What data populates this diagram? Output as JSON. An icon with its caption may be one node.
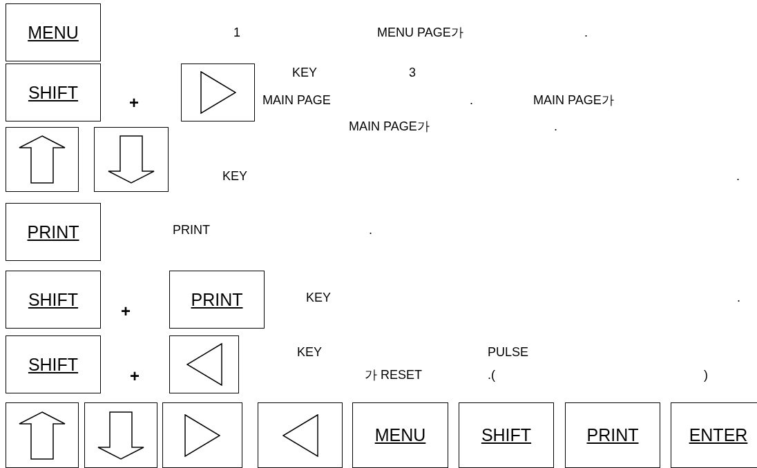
{
  "diagram": {
    "nodes": [
      {
        "text": [
          "MENU"
        ]
      },
      {
        "text": [
          "SHIFT"
        ]
      },
      {
        "text": [],
        "shape": "box"
      },
      {
        "text": [],
        "shape": "box"
      },
      {
        "text": [],
        "shape": "box"
      },
      {
        "text": [
          "PRINT"
        ]
      },
      {
        "text": [
          "SHIFT"
        ]
      },
      {
        "text": [
          "PRINT"
        ]
      },
      {
        "text": [
          "SHIFT"
        ]
      },
      {
        "text": [],
        "shape": "box"
      },
      {
        "text": [],
        "shape": "box"
      },
      {
        "text": [],
        "shape": "box"
      },
      {
        "text": [],
        "shape": "box"
      },
      {
        "text": [],
        "shape": "box"
      },
      {
        "text": [
          "MENU"
        ]
      },
      {
        "text": [
          "SHIFT"
        ]
      },
      {
        "text": [
          "PRINT"
        ]
      },
      {
        "text": [
          "ENTER"
        ]
      }
    ],
    "edges": [],
    "labels": [
      "1",
      "MENU PAGE가",
      ".",
      "+",
      "KEY",
      "3",
      "MAIN PAGE",
      ".",
      "MAIN PAGE가",
      "MAIN PAGE가",
      ".",
      "KEY",
      ".",
      "PRINT",
      ".",
      "+",
      "KEY",
      ".",
      "+",
      "KEY",
      "PULSE",
      "가 RESET",
      ".(",
      ")"
    ]
  }
}
